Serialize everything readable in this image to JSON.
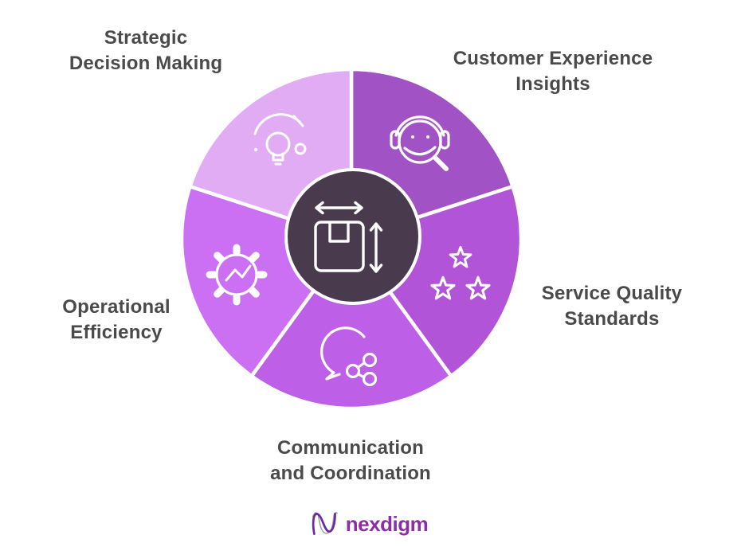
{
  "diagram": {
    "center": {
      "icon": "package-dimensions-icon",
      "color": "#4a3a4e",
      "ring_color": "#ffffff"
    },
    "divider_color": "#ffffff",
    "label_color": "#4a4a4a",
    "segments": [
      {
        "id": "customer-experience-insights",
        "label_lines": [
          "Customer Experience",
          "Insights"
        ],
        "color": "#a152c4",
        "icon": "customer-support-magnifier-icon",
        "start_angle": 0,
        "end_angle": 72,
        "position": "top-right"
      },
      {
        "id": "service-quality-standards",
        "label_lines": [
          "Service Quality",
          "Standards"
        ],
        "color": "#b254d8",
        "icon": "rating-stars-icon",
        "start_angle": 72,
        "end_angle": 144,
        "position": "right"
      },
      {
        "id": "communication-and-coordination",
        "label_lines": [
          "Communication",
          "and Coordination"
        ],
        "color": "#bd5fe7",
        "icon": "chat-share-icon",
        "start_angle": 144,
        "end_angle": 216,
        "position": "bottom"
      },
      {
        "id": "operational-efficiency",
        "label_lines": [
          "Operational",
          "Efficiency"
        ],
        "color": "#cb70f3",
        "icon": "gear-analytics-icon",
        "start_angle": 216,
        "end_angle": 288,
        "position": "left"
      },
      {
        "id": "strategic-decision-making",
        "label_lines": [
          "Strategic",
          "Decision Making"
        ],
        "color": "#e2acf5",
        "icon": "idea-lightbulb-icon",
        "start_angle": 288,
        "end_angle": 360,
        "position": "top-left"
      }
    ]
  },
  "footer": {
    "brand": "nexdigm",
    "brand_color": "#8c2fa7"
  }
}
